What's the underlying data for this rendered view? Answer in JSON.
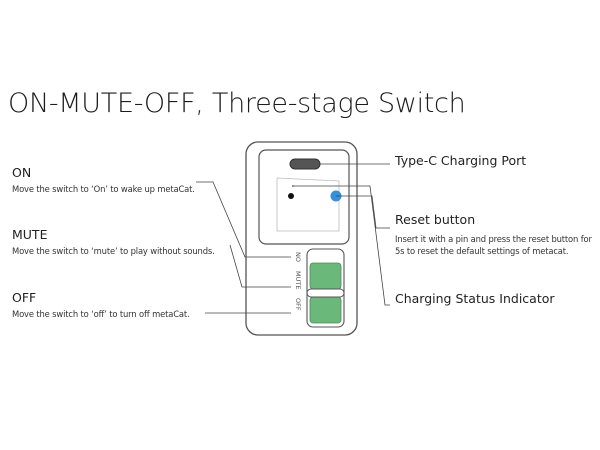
{
  "title": "ON-MUTE-OFF, Three-stage Switch",
  "left_labels": [
    {
      "label": "ON",
      "description": "Move the switch to ‘On’ to wake up metaCat."
    },
    {
      "label": "MUTE",
      "description": "Move the switch to ‘mute’ to play without sounds."
    },
    {
      "label": "OFF",
      "description": "Move the switch to ‘off’ to turn off metaCat."
    }
  ],
  "right_labels": {
    "type_c": "Type-C Charging Port",
    "reset_title": "Reset button",
    "reset_desc_line1": "Insert it with a pin and press the reset button for",
    "reset_desc_line2": "5s to reset the default settings of metacat.",
    "charging": "Charging Status Indicator"
  },
  "switch_positions": [
    "NO",
    "MUTE",
    "OFF"
  ],
  "colors": {
    "switch_green": "#6ab87a",
    "reset_dot": "#3a8fd9",
    "line": "#444444",
    "device_outline": "#555555"
  }
}
